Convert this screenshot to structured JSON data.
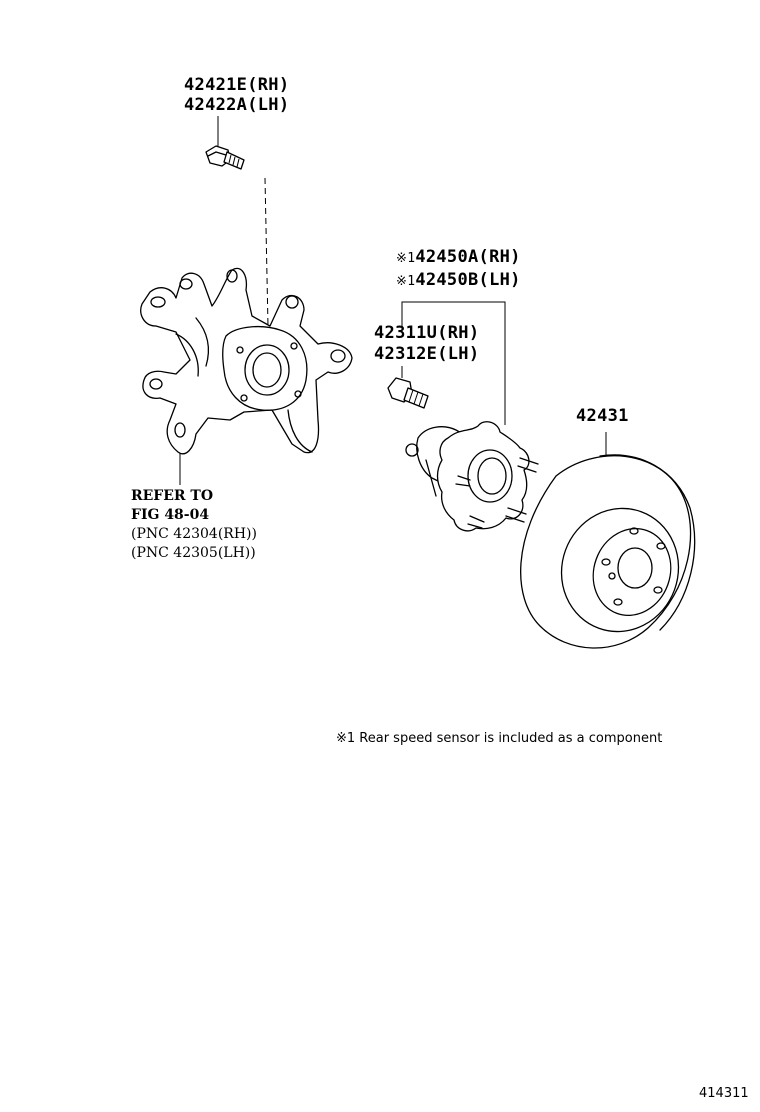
{
  "callouts": {
    "bolt_rh": "42421E(RH)",
    "bolt_lh": "42422A(LH)",
    "hub_mark": "※1",
    "hub_rh": "42450A(RH)",
    "hub_lh": "42450B(LH)",
    "stud_rh": "42311U(RH)",
    "stud_lh": "42312E(LH)",
    "disc": "42431"
  },
  "reference": {
    "line1": "REFER TO",
    "line2": "FIG 48-04",
    "line3": "(PNC 42304(RH))",
    "line4": "(PNC 42305(LH))"
  },
  "footnote": "※1 Rear speed sensor is included as a component",
  "figure_id": "414311"
}
